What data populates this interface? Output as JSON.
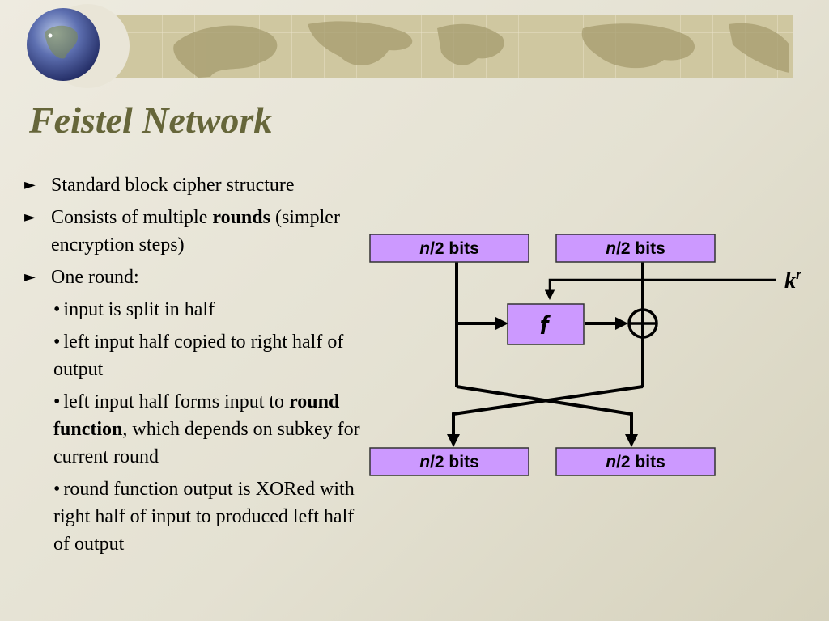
{
  "title": "Feistel Network",
  "bullets": {
    "b1": "Standard block cipher structure",
    "b2_pre": "Consists of multiple ",
    "b2_bold": "rounds",
    "b2_post": " (simpler encryption steps)",
    "b3": "One round:",
    "s1": "input is split in half",
    "s2": "left input half copied to right half of output",
    "s3_pre": "left input half forms input to ",
    "s3_bold": "round function",
    "s3_post": ", which depends on subkey for current round",
    "s4": "round function output is XORed with right half of input to produced left half of output"
  },
  "diagram": {
    "box_var": "n",
    "box_rest": "/2 bits",
    "function_label": "f",
    "key_base": "k",
    "key_sup": "r"
  },
  "colors": {
    "title": "#66663a",
    "box_fill": "#cc99ff",
    "banner": "#cfc7a0"
  },
  "icons": {
    "bullet_main": "right-pointer-icon",
    "bullet_sub": "dot-icon",
    "globe": "globe-icon",
    "xor": "xor-icon"
  }
}
